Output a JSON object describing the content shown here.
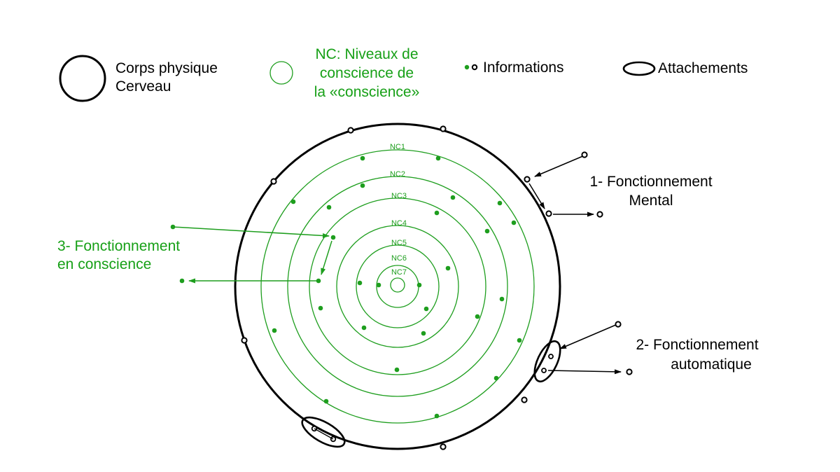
{
  "legend": {
    "body": {
      "line1": "Corps physique",
      "line2": "Cerveau"
    },
    "nc": {
      "line1": "NC: Niveaux de",
      "line2": "conscience de",
      "line3": "la «conscience»"
    },
    "information": {
      "label": "Informations"
    },
    "attachment": {
      "label": "Attachements"
    }
  },
  "levels": [
    "NC1",
    "NC2",
    "NC3",
    "NC4",
    "NC5",
    "NC6",
    "NC7"
  ],
  "modes": {
    "mental": {
      "line1": "1- Fonctionnement",
      "line2": "Mental"
    },
    "automatic": {
      "line1": "2- Fonctionnement",
      "line2": "automatique"
    },
    "conscious": {
      "line1": "3- Fonctionnement",
      "line2": "en conscience"
    }
  },
  "colors": {
    "black": "#000000",
    "green": "#1e9e1e",
    "text_green": "#17a017"
  }
}
